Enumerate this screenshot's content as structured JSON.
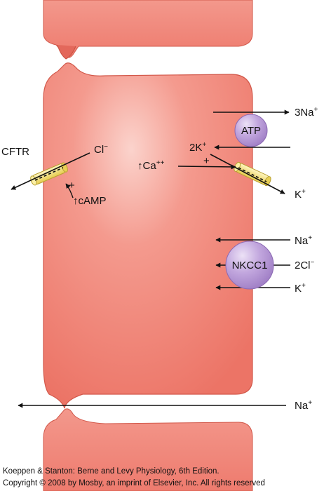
{
  "labels": {
    "cftr": "CFTR",
    "cl_in": "Cl",
    "cl_in_sup": "−",
    "plus_camp": "+",
    "camp": "↑cAMP",
    "three_na": "3Na",
    "three_na_sup": "+",
    "atp": "ATP",
    "two_k": "2K",
    "two_k_sup": "+",
    "ca": "↑Ca",
    "ca_sup": "++",
    "plus_ca": "+",
    "k_channel_out": "K",
    "k_channel_out_sup": "+",
    "na_nkcc": "Na",
    "na_nkcc_sup": "+",
    "nkcc1": "NKCC1",
    "two_cl": "2Cl",
    "two_cl_sup": "−",
    "k_nkcc": "K",
    "k_nkcc_sup": "+",
    "na_para": "Na",
    "na_para_sup": "+"
  },
  "credits": {
    "line1": "Koeppen & Stanton: Berne and Levy Physiology, 6th Edition.",
    "line2": "Copyright © 2008 by Mosby, an imprint of Elsevier, Inc. All rights reserved"
  },
  "colors": {
    "cell_fill": "#f0857a",
    "cell_stroke": "#d2584a",
    "transporter_fill": "#b89ad6",
    "channel_fill": "#f3e27a",
    "arrow": "#111111"
  }
}
